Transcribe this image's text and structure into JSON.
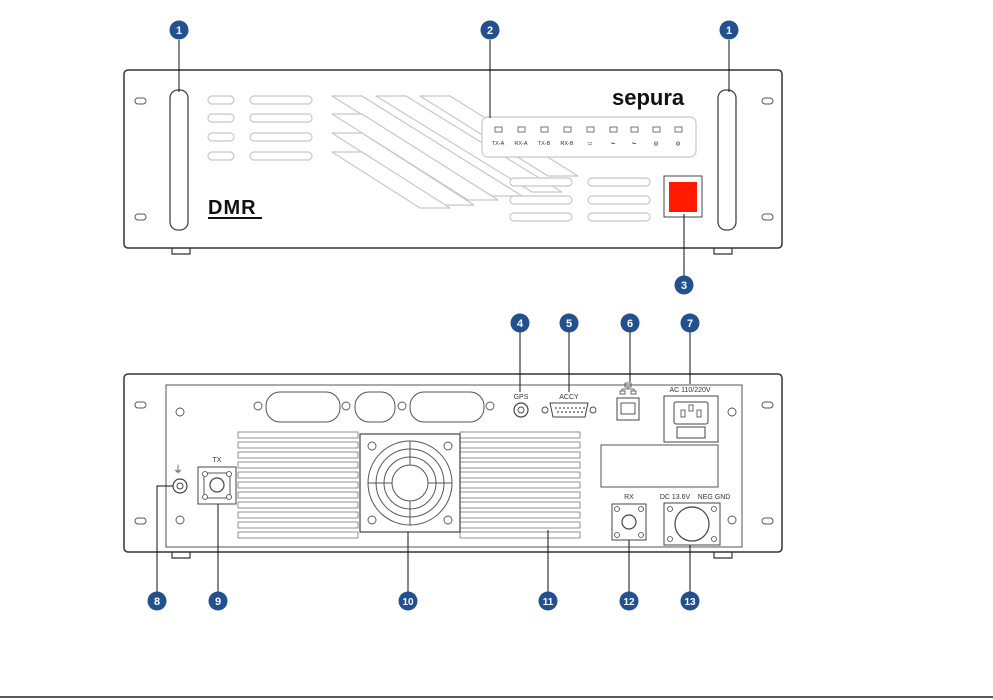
{
  "brand": {
    "logo": "sepura",
    "dmr_logo": "DMR"
  },
  "front_panel": {
    "leds": [
      "TX-A",
      "RX-A",
      "TX-B",
      "RX-B",
      "▭",
      "⏦",
      "⏦",
      "◍",
      "◍"
    ]
  },
  "rear_panel": {
    "gps": "GPS",
    "accy": "ACCY",
    "ac": "AC 110/220V",
    "tx": "TX",
    "rx": "RX",
    "dc": "DC 13.6V",
    "neg_gnd": "NEG GND",
    "ground_symbol": "⏚"
  },
  "callouts": {
    "c1": "1",
    "c2": "2",
    "c3": "3",
    "c4": "4",
    "c5": "5",
    "c6": "6",
    "c7": "7",
    "c8": "8",
    "c9": "9",
    "c10": "10",
    "c11": "11",
    "c12": "12",
    "c13": "13"
  },
  "colors": {
    "callout": "#23508e",
    "power_button": "#ff1a00",
    "outline": "#333333",
    "grille": "#c8c8c8"
  }
}
